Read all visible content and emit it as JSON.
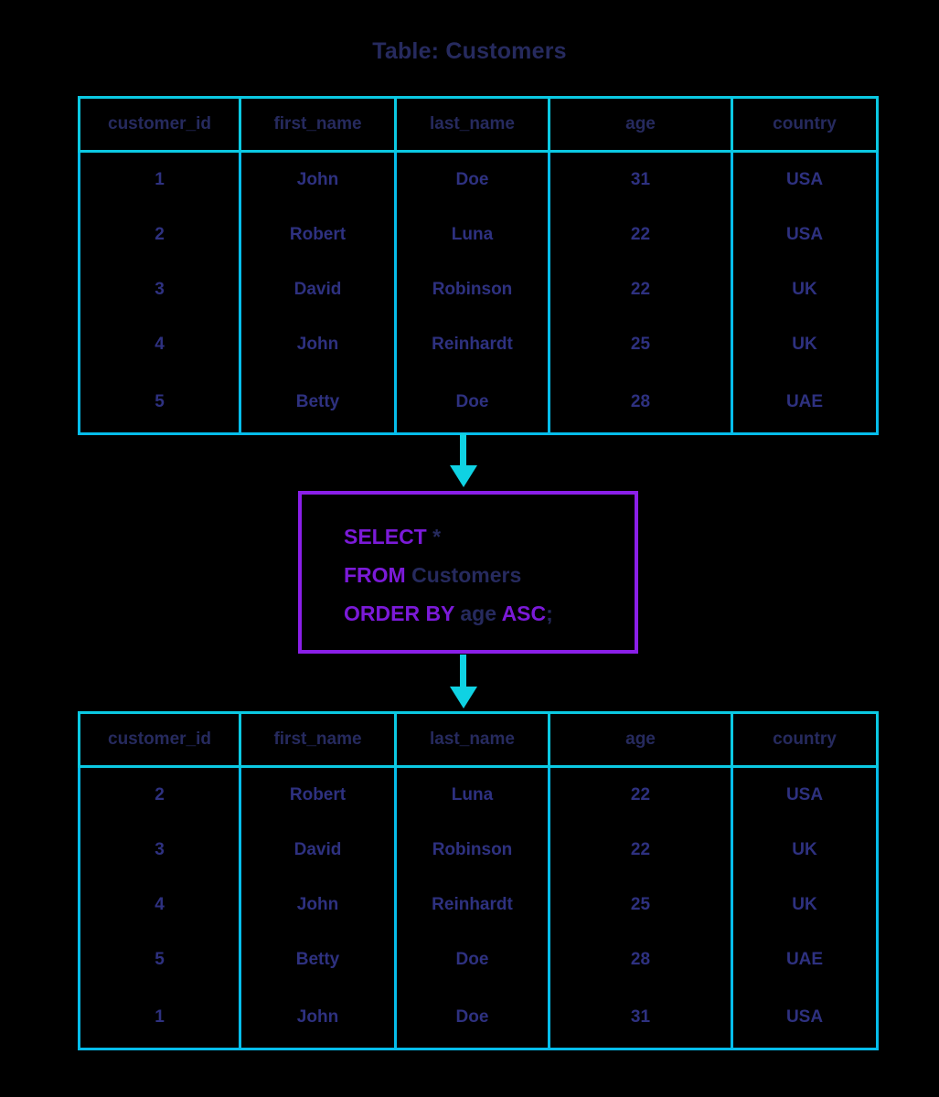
{
  "title": "Table: Customers",
  "colors": {
    "background": "#000000",
    "table_border": "#0bc9e3",
    "header_text": "#262a5e",
    "cell_text": "#2e3180",
    "query_border": "#8a1fe8",
    "keyword": "#7b1ad8",
    "arrow": "#0fd2e3"
  },
  "columns": [
    "customer_id",
    "first_name",
    "last_name",
    "age",
    "country"
  ],
  "input_table": {
    "rows": [
      [
        "1",
        "John",
        "Doe",
        "31",
        "USA"
      ],
      [
        "2",
        "Robert",
        "Luna",
        "22",
        "USA"
      ],
      [
        "3",
        "David",
        "Robinson",
        "22",
        "UK"
      ],
      [
        "4",
        "John",
        "Reinhardt",
        "25",
        "UK"
      ],
      [
        "5",
        "Betty",
        "Doe",
        "28",
        "UAE"
      ]
    ]
  },
  "query": {
    "lines": [
      [
        {
          "t": "SELECT",
          "kw": true
        },
        {
          "t": " *",
          "kw": false
        }
      ],
      [
        {
          "t": "FROM",
          "kw": true
        },
        {
          "t": " Customers",
          "kw": false
        }
      ],
      [
        {
          "t": "ORDER BY",
          "kw": true
        },
        {
          "t": " age ",
          "kw": false
        },
        {
          "t": "ASC",
          "kw": true
        },
        {
          "t": ";",
          "kw": false
        }
      ]
    ]
  },
  "output_table": {
    "rows": [
      [
        "2",
        "Robert",
        "Luna",
        "22",
        "USA"
      ],
      [
        "3",
        "David",
        "Robinson",
        "22",
        "UK"
      ],
      [
        "4",
        "John",
        "Reinhardt",
        "25",
        "UK"
      ],
      [
        "5",
        "Betty",
        "Doe",
        "28",
        "UAE"
      ],
      [
        "1",
        "John",
        "Doe",
        "31",
        "USA"
      ]
    ]
  },
  "arrows": [
    {
      "name": "arrow-input-to-query",
      "direction": "down"
    },
    {
      "name": "arrow-query-to-output",
      "direction": "down"
    }
  ]
}
